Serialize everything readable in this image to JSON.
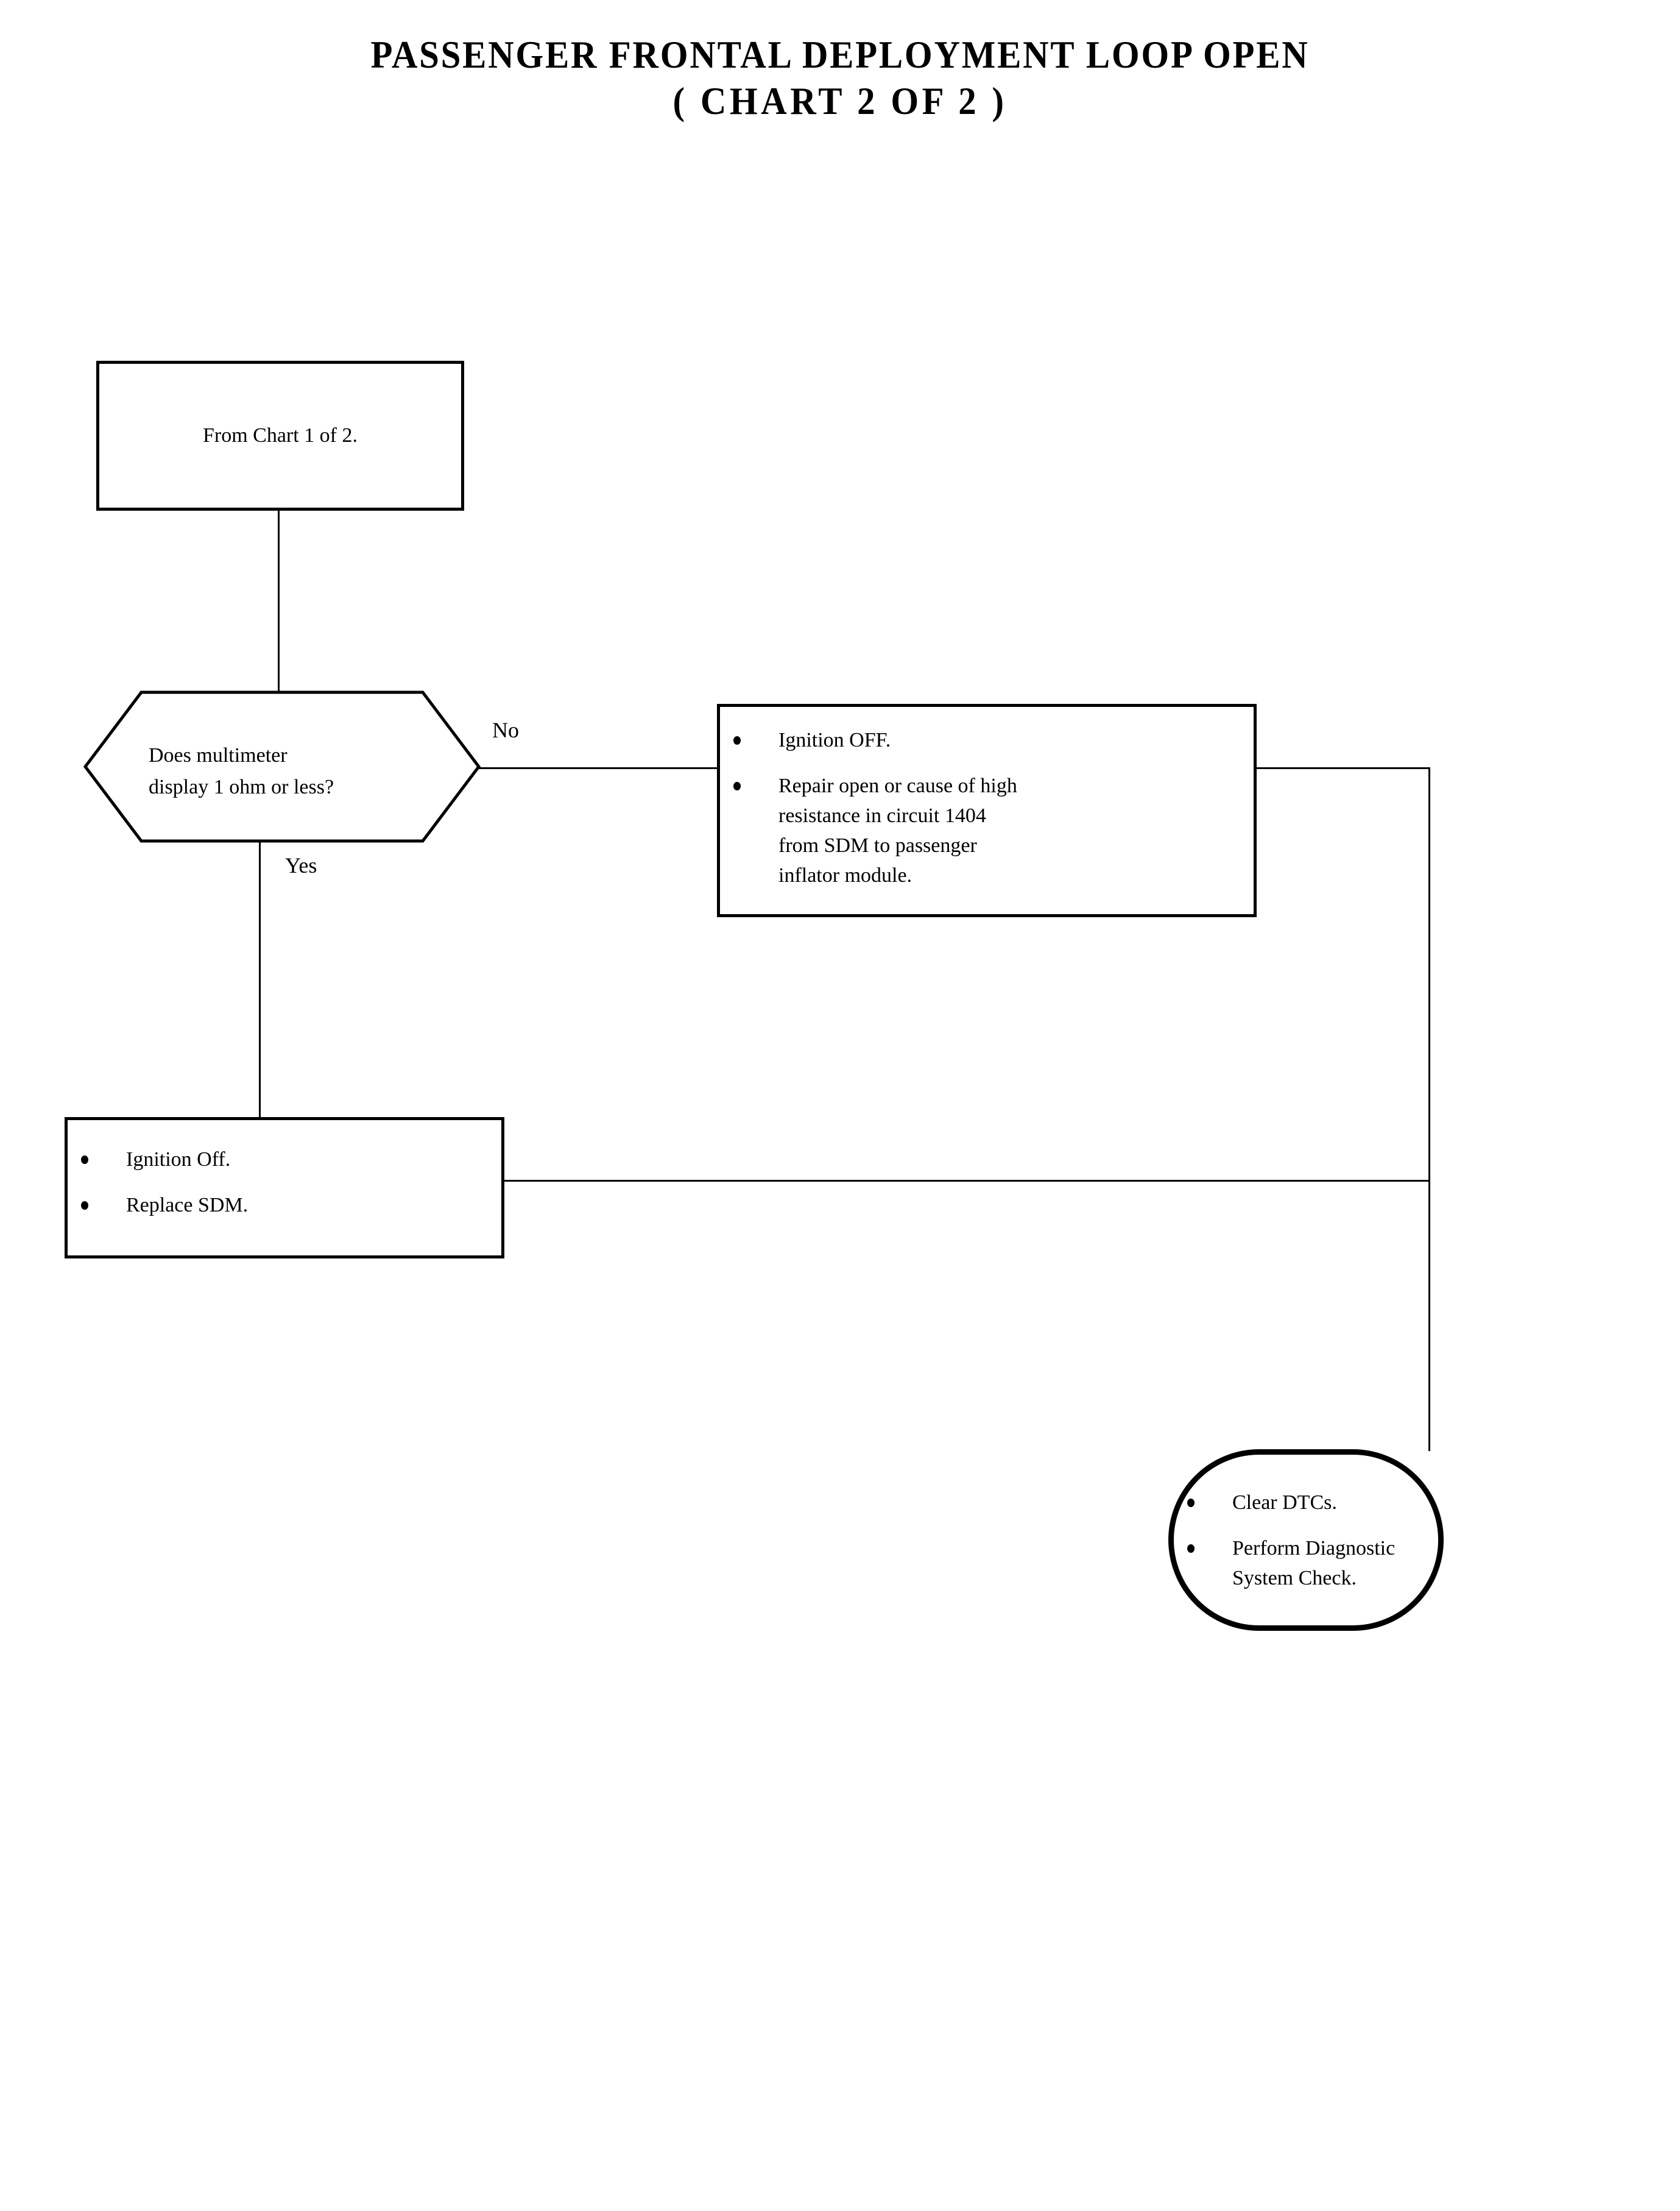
{
  "page": {
    "title_line_1": "PASSENGER FRONTAL DEPLOYMENT LOOP OPEN",
    "title_line_2": "( CHART 2 OF 2 )"
  },
  "chart_data": {
    "type": "flowchart",
    "title": "PASSENGER FRONTAL DEPLOYMENT LOOP OPEN (CHART 2 OF 2)",
    "nodes": [
      {
        "id": "start",
        "shape": "rectangle",
        "text": "From Chart 1 of 2."
      },
      {
        "id": "decision",
        "shape": "hexagon",
        "line_1": "Does multimeter",
        "line_2": "display 1 ohm or less?"
      },
      {
        "id": "repair",
        "shape": "rectangle",
        "bullets": [
          "Ignition OFF.",
          "Repair open or cause of high resistance in circuit 1404 from SDM to passenger inflator module."
        ]
      },
      {
        "id": "replace",
        "shape": "rectangle",
        "bullets": [
          "Ignition Off.",
          "Replace SDM."
        ]
      },
      {
        "id": "finish",
        "shape": "stadium",
        "bullets": [
          "Clear DTCs.",
          "Perform Diagnostic System Check."
        ]
      }
    ],
    "edges": [
      {
        "from": "start",
        "to": "decision",
        "label": ""
      },
      {
        "from": "decision",
        "to": "repair",
        "label": "No"
      },
      {
        "from": "decision",
        "to": "replace",
        "label": "Yes"
      },
      {
        "from": "repair",
        "to": "finish",
        "label": ""
      },
      {
        "from": "replace",
        "to": "finish",
        "label": ""
      }
    ]
  },
  "nodes": {
    "start": {
      "text": "From Chart 1 of 2."
    },
    "decision": {
      "line_1": "Does multimeter",
      "line_2": "display 1 ohm or less?"
    },
    "repair": {
      "bullet_1": "Ignition OFF.",
      "bullet_2_line_1": "Repair open or cause of high",
      "bullet_2_line_2": "resistance in circuit 1404",
      "bullet_2_line_3": "from SDM to passenger",
      "bullet_2_line_4": "inflator module."
    },
    "replace": {
      "bullet_1": "Ignition Off.",
      "bullet_2": "Replace SDM."
    },
    "finish": {
      "bullet_1": "Clear DTCs.",
      "bullet_2_line_1": "Perform Diagnostic",
      "bullet_2_line_2": "System Check."
    }
  },
  "labels": {
    "no": "No",
    "yes": "Yes"
  },
  "colors": {
    "ink": "#000000",
    "paper": "#ffffff"
  }
}
